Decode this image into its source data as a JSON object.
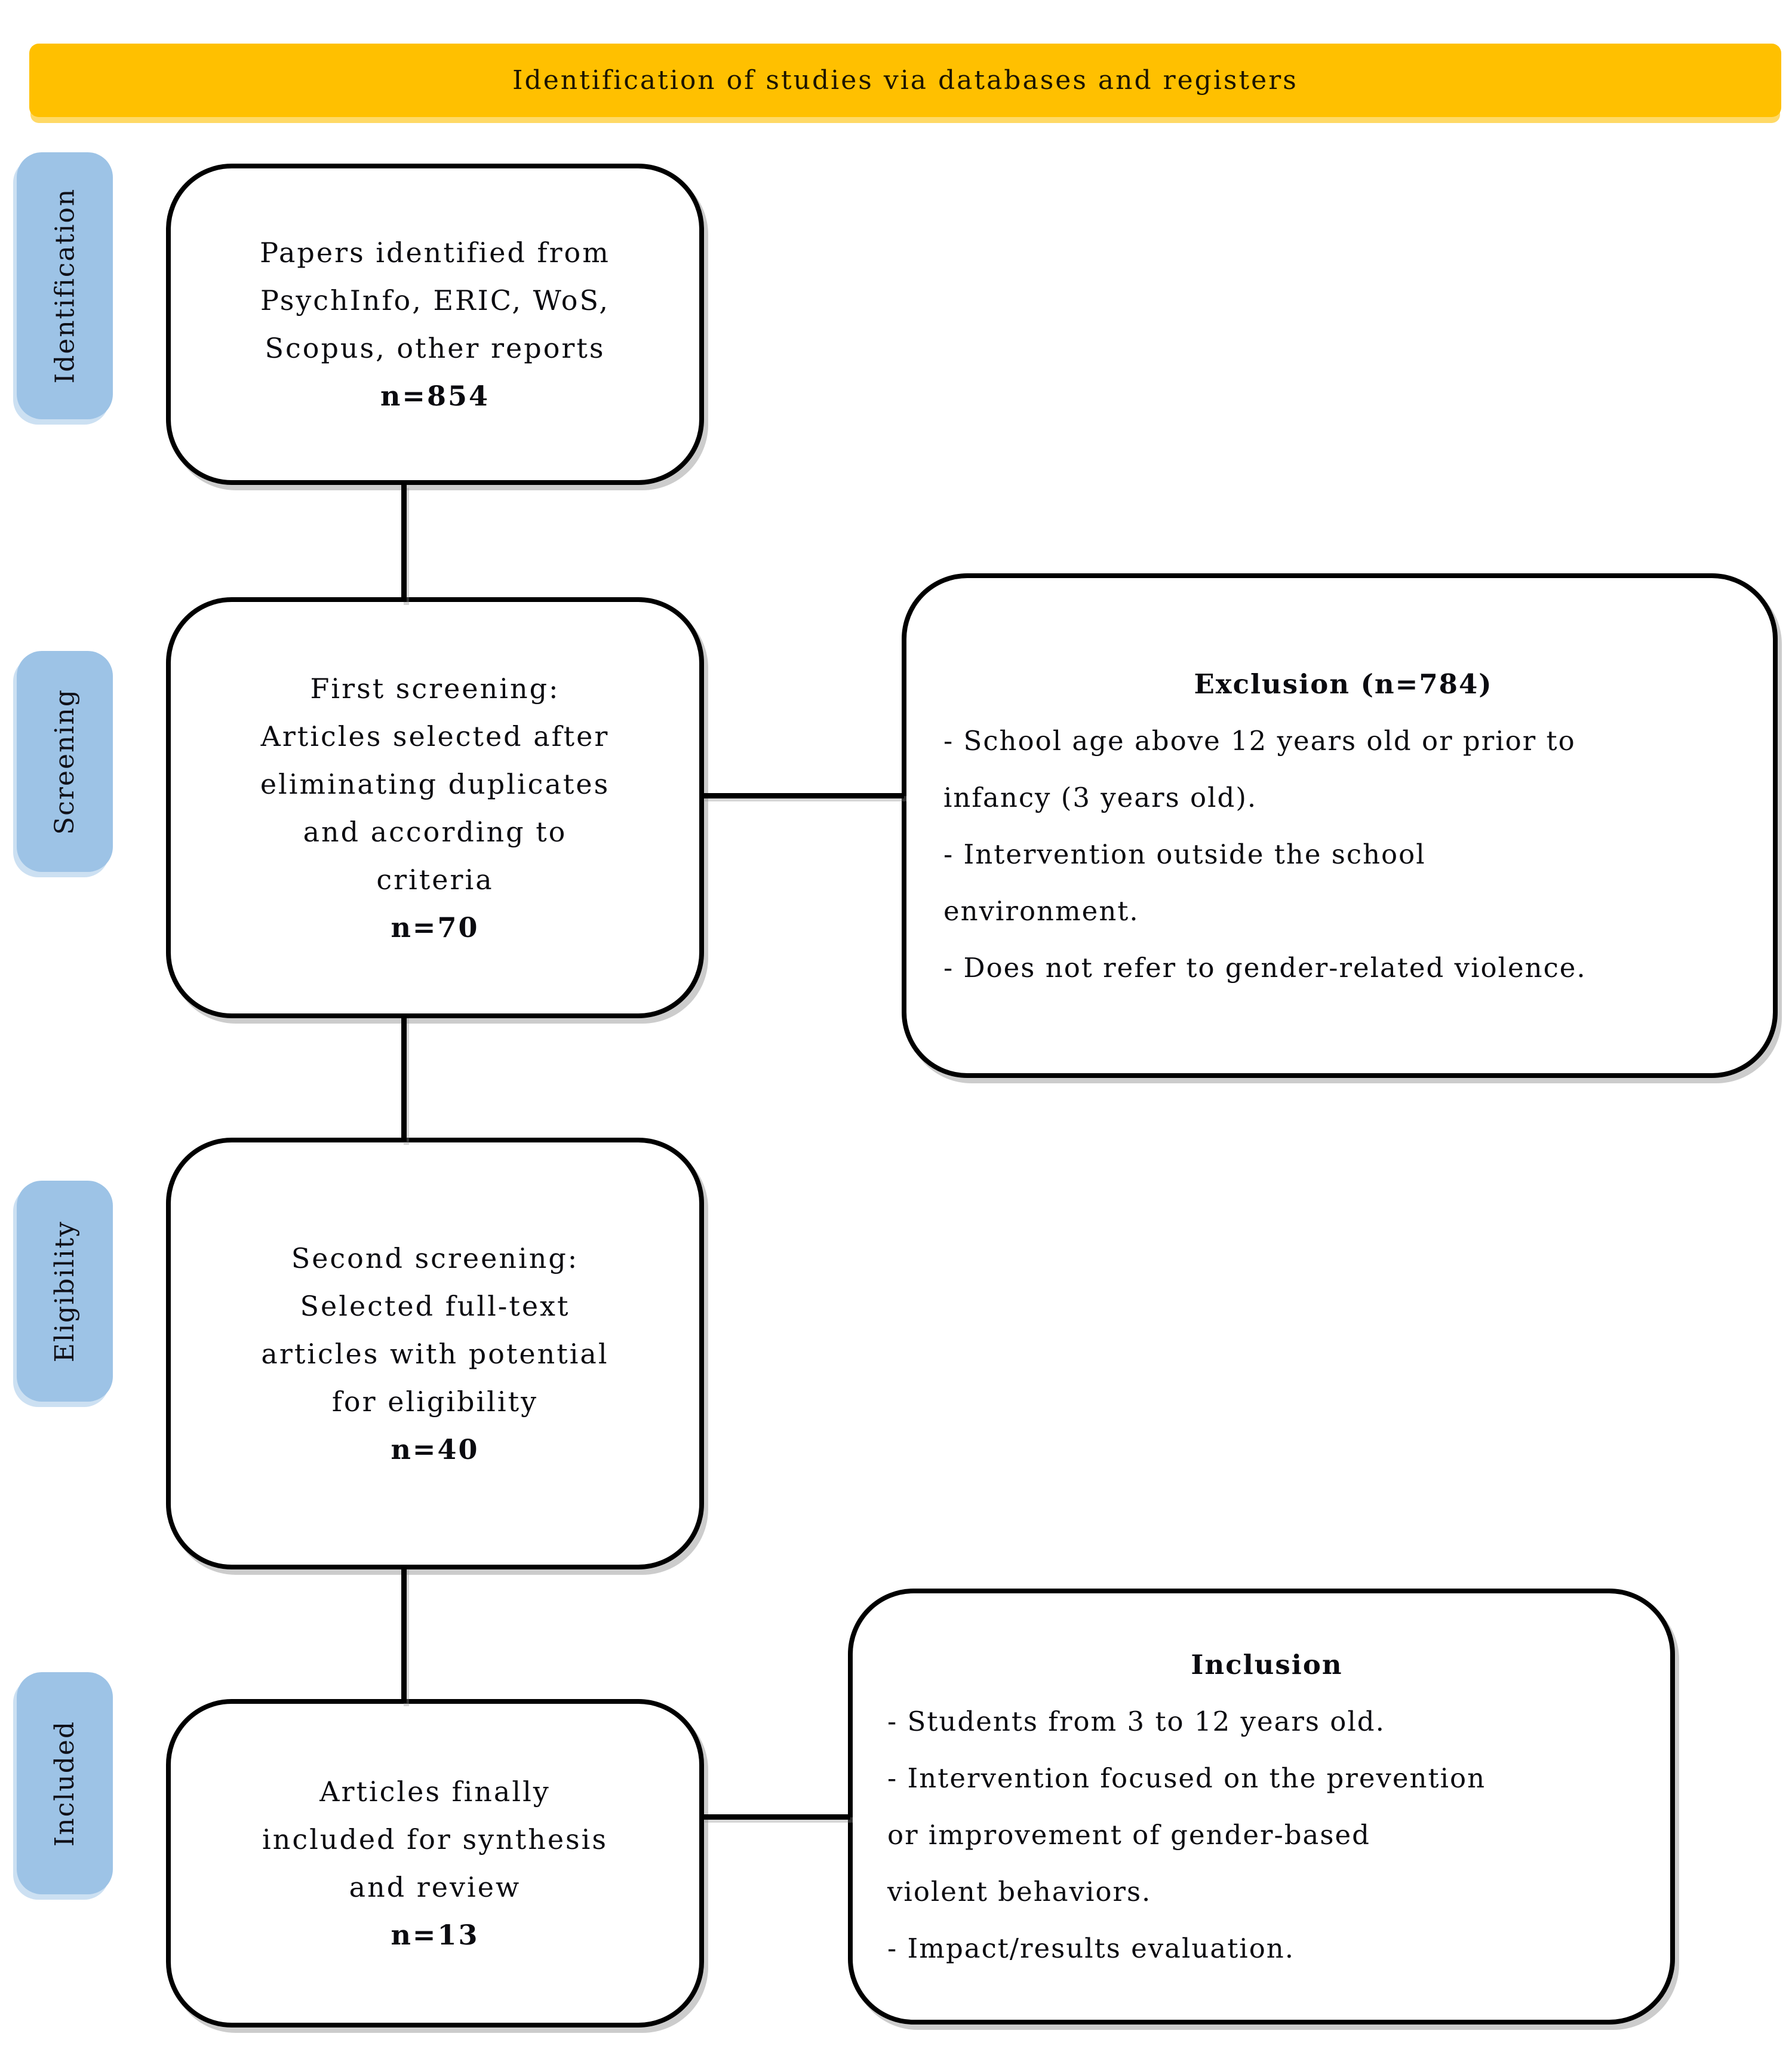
{
  "banner": {
    "title": "Identification of studies via databases and registers"
  },
  "colors": {
    "banner_bg": "#FFC000",
    "banner_edge": "#FFD966",
    "sidebar_bg": "#9DC3E6",
    "box_border": "#000000",
    "text": "#0B0B10"
  },
  "sidebar": {
    "stages": [
      {
        "label": "Identification"
      },
      {
        "label": "Screening"
      },
      {
        "label": "Eligibility"
      },
      {
        "label": "Included"
      }
    ]
  },
  "flow": {
    "identified": {
      "lines": [
        "Papers identified from",
        "PsychInfo, ERIC, WoS,",
        "Scopus, other reports"
      ],
      "count": "n=854"
    },
    "first_screening": {
      "lines": [
        "First screening:",
        "Articles selected after",
        "eliminating duplicates",
        "and according to",
        "criteria"
      ],
      "count": "n=70"
    },
    "second_screening": {
      "lines": [
        "Second screening:",
        "Selected full-text",
        "articles with potential",
        "for eligibility"
      ],
      "count": "n=40"
    },
    "final_included": {
      "lines": [
        "Articles finally",
        "included for synthesis",
        "and review"
      ],
      "count": "n=13"
    }
  },
  "exclusion": {
    "title": "Exclusion (n=784)",
    "lines": [
      "- School age above 12 years old or prior to",
      "infancy (3 years old).",
      "- Intervention outside the school",
      "environment.",
      "- Does not refer to gender-related violence."
    ]
  },
  "inclusion": {
    "title": "Inclusion",
    "lines": [
      "- Students from 3 to 12 years old.",
      "- Intervention focused on the prevention",
      "or improvement of gender-based",
      "violent behaviors.",
      "- Impact/results evaluation."
    ]
  }
}
